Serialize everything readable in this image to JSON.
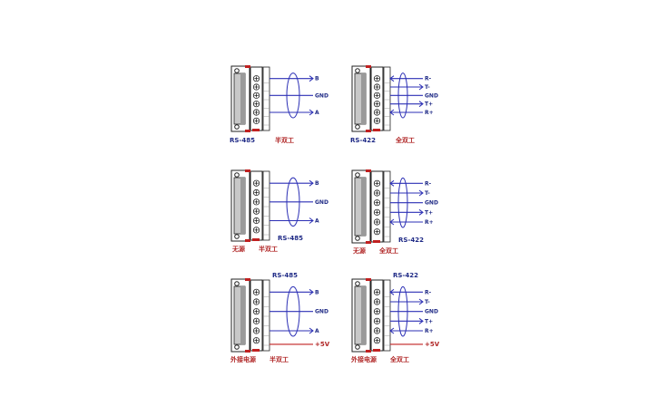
{
  "colors": {
    "wire": "#2b2fb5",
    "red": "#c02020",
    "line": "#222222",
    "loop": "#2b2fb5"
  },
  "panels": [
    {
      "id": "p1",
      "kind": "485",
      "signals": [
        "B",
        "GND",
        "A"
      ],
      "caption": "RS-485",
      "caption_cn": "半双工"
    },
    {
      "id": "p2",
      "kind": "422",
      "signals": [
        "R-",
        "T-",
        "GND",
        "T+",
        "R+"
      ],
      "caption": "RS-422",
      "caption_cn": "全双工"
    },
    {
      "id": "p3",
      "kind": "485",
      "signals": [
        "B",
        "GND",
        "A"
      ],
      "caption": "RS-485",
      "caption_cn": "半双工",
      "power_cn": "无源"
    },
    {
      "id": "p4",
      "kind": "422",
      "signals": [
        "R-",
        "T-",
        "GND",
        "T+",
        "R+"
      ],
      "caption": "RS-422",
      "caption_cn": "全双工",
      "power_cn": "无源"
    },
    {
      "id": "p5",
      "kind": "485",
      "signals": [
        "B",
        "GND",
        "A",
        "+5V"
      ],
      "caption": "RS-485",
      "caption_cn": "半双工",
      "power_cn": "外接电源"
    },
    {
      "id": "p6",
      "kind": "422",
      "signals": [
        "R-",
        "T-",
        "GND",
        "T+",
        "R+",
        "+5V"
      ],
      "caption": "RS-422",
      "caption_cn": "全双工",
      "power_cn": "外接电源"
    }
  ]
}
